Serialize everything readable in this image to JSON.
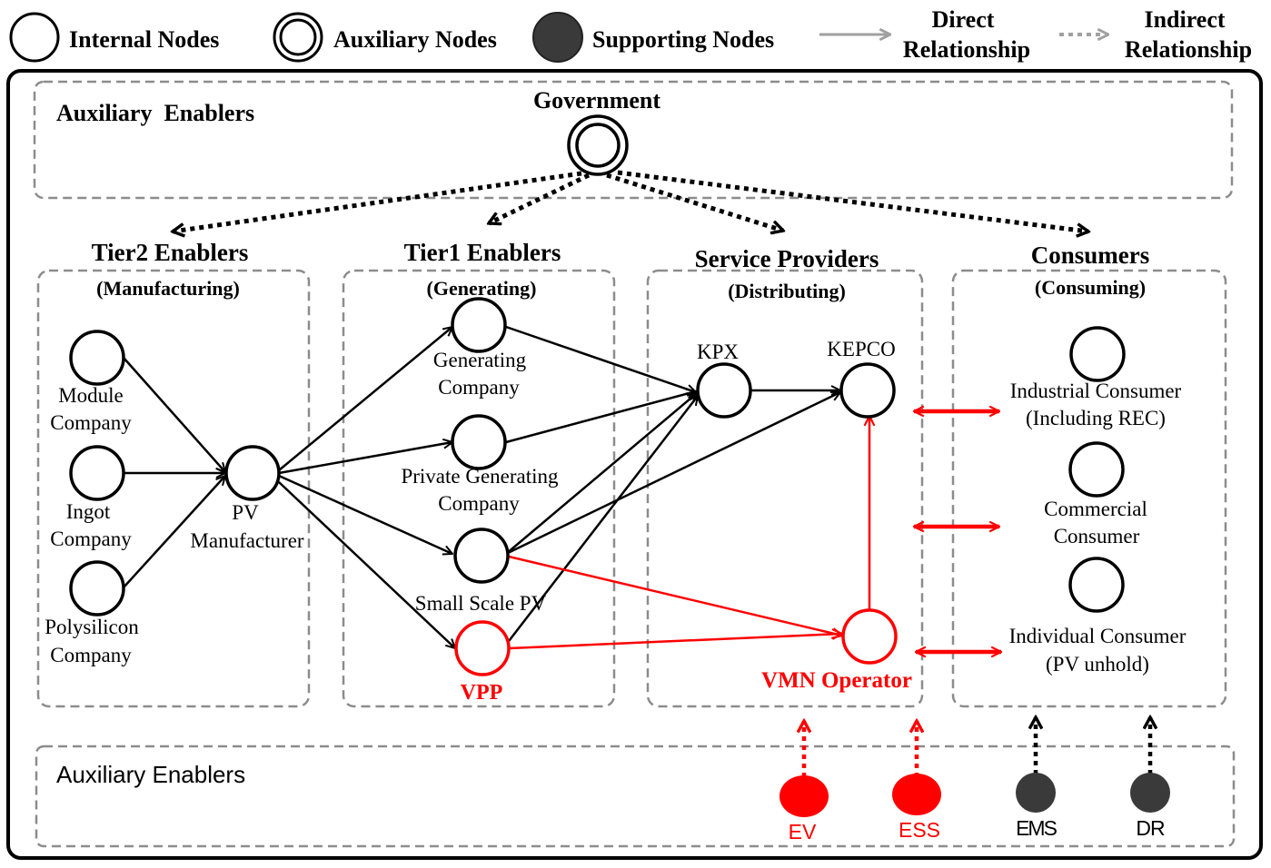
{
  "legend": {
    "internal": "Internal Nodes",
    "auxiliary": "Auxiliary Nodes",
    "supporting": "Supporting Nodes",
    "direct_line1": "Direct",
    "direct_line2": "Relationship",
    "indirect_line1": "Indirect",
    "indirect_line2": "Relationship"
  },
  "top_aux": {
    "label": "Auxiliary  Enablers",
    "government": "Government"
  },
  "groups": {
    "tier2": {
      "title": "Tier2 Enablers",
      "subtitle": "(Manufacturing)"
    },
    "tier1": {
      "title": "Tier1 Enablers",
      "subtitle": "(Generating)"
    },
    "service": {
      "title": "Service Providers",
      "subtitle": "(Distributing)"
    },
    "consumers": {
      "title": "Consumers",
      "subtitle": "(Consuming)"
    }
  },
  "nodes": {
    "module": [
      "Module",
      "Company"
    ],
    "ingot": [
      "Ingot",
      "Company"
    ],
    "polysilicon": [
      "Polysilicon",
      "Company"
    ],
    "pv": [
      "PV",
      "Manufacturer"
    ],
    "gen": [
      "Generating",
      "Company"
    ],
    "private_gen": [
      "Private Generating",
      "Company"
    ],
    "small_pv": "Small Scale PV",
    "vpp": "VPP",
    "kpx": "KPX",
    "kepco": "KEPCO",
    "vmn": "VMN Operator",
    "industrial": [
      "Industrial Consumer",
      "(Including REC)"
    ],
    "commercial": [
      "Commercial",
      "Consumer"
    ],
    "individual": [
      "Individual Consumer",
      "(PV unhold)"
    ]
  },
  "bottom_aux": {
    "label": "Auxiliary Enablers",
    "ev": "EV",
    "ess": "ESS",
    "ems": "EMS",
    "dr": "DR"
  },
  "colors": {
    "red": "#ff0000",
    "black": "#000000",
    "dark_node": "#3a3a3a",
    "dashed_border": "#8c8c8c",
    "legend_arrow": "#a0a0a0"
  }
}
